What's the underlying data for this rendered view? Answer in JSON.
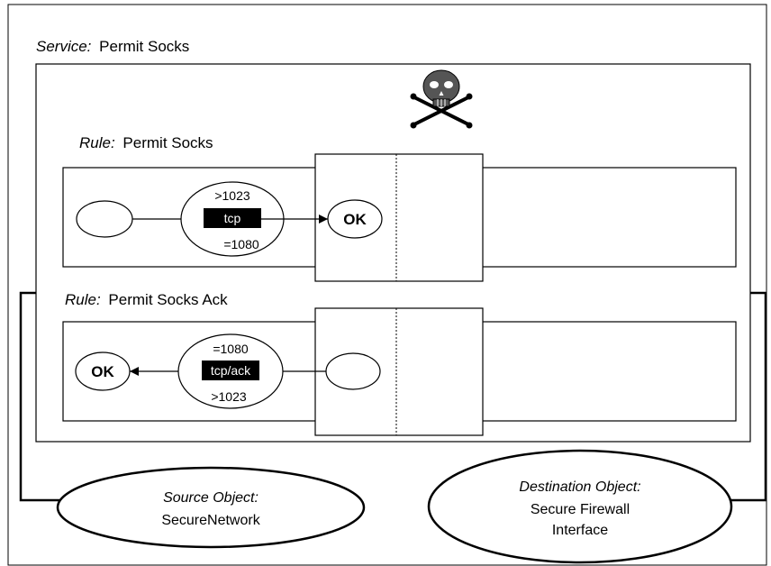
{
  "service": {
    "label": "Service:",
    "name": "Permit Socks"
  },
  "rules": [
    {
      "label": "Rule:",
      "name": "Permit Socks",
      "port_top": ">1023",
      "protocol": "tcp",
      "port_bottom": "=1080",
      "result": "OK"
    },
    {
      "label": "Rule:",
      "name": "Permit Socks Ack",
      "port_top": "=1080",
      "protocol": "tcp/ack",
      "port_bottom": ">1023",
      "result": "OK"
    }
  ],
  "source_object": {
    "label": "Source Object:",
    "name": "SecureNetwork"
  },
  "destination_object": {
    "label": "Destination Object:",
    "name_line1": "Secure Firewall",
    "name_line2": "Interface"
  },
  "icons": {
    "service_icon": "skull-and-crossbones-icon"
  }
}
